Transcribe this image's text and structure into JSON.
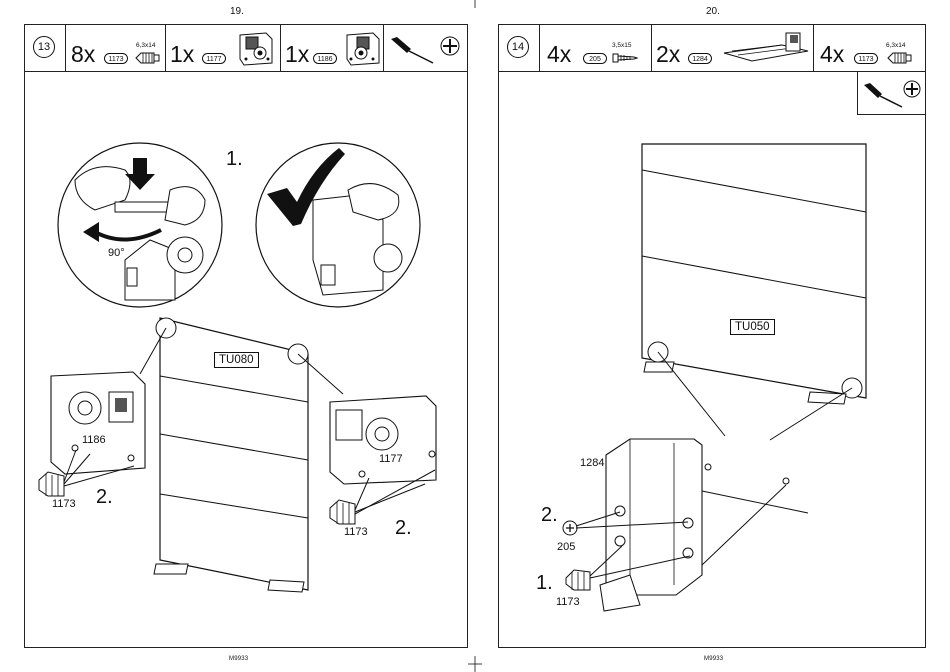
{
  "left_page": {
    "page_number": "19.",
    "footer_code": "M9933",
    "step_number": "13",
    "parts": [
      {
        "qty": "8x",
        "part": "1173",
        "spec": "6,3x14"
      },
      {
        "qty": "1x",
        "part": "1177"
      },
      {
        "qty": "1x",
        "part": "1186"
      }
    ],
    "tools": [
      "screwdriver-icon",
      "phillips-bit-icon"
    ],
    "sub_step_1": "1.",
    "rotation_label": "90°",
    "panel_label": "TU080",
    "callout_left": {
      "part": "1186",
      "screw": "1173",
      "step": "2."
    },
    "callout_right": {
      "part": "1177",
      "screw": "1173",
      "step": "2."
    }
  },
  "right_page": {
    "page_number": "20.",
    "footer_code": "M9933",
    "step_number": "14",
    "parts": [
      {
        "qty": "4x",
        "part": "205",
        "spec": "3,5x15"
      },
      {
        "qty": "2x",
        "part": "1284"
      },
      {
        "qty": "4x",
        "part": "1173",
        "spec": "6,3x14"
      }
    ],
    "tools": [
      "screwdriver-icon",
      "phillips-bit-icon"
    ],
    "panel_label": "TU050",
    "detail": {
      "part": "1284",
      "step2": "2.",
      "screw2": "205",
      "step1": "1.",
      "screw1": "1173"
    }
  }
}
